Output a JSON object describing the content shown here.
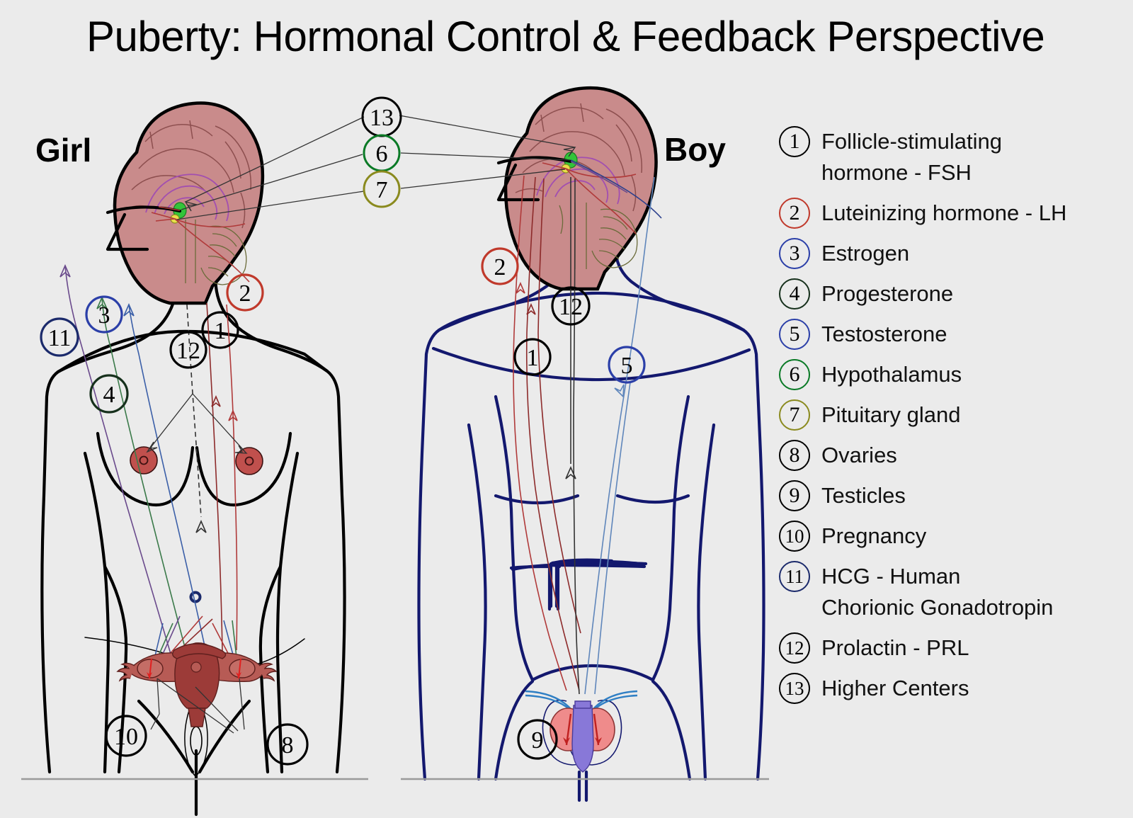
{
  "title": "Puberty: Hormonal Control & Feedback Perspective",
  "figures": {
    "girl_label": "Girl",
    "boy_label": "Boy"
  },
  "colors": {
    "background": "#ebebeb",
    "brain": "#c98b8b",
    "girl_outline": "#000000",
    "boy_outline": "#13186e",
    "hypothalamus": "#33c43a",
    "pituitary": "#e8e04a",
    "lh_red": "#c0392b",
    "estrogen_blue": "#2b3fa8",
    "testosterone_blue": "#2b3fa8",
    "hypothalamus_green": "#0a7a26",
    "pituitary_olive": "#8a8a1e",
    "hcg_navy": "#1b2a6b",
    "testis": "#ef8b8b",
    "penis": "#8878d8"
  },
  "legend": {
    "items": [
      {
        "num": "1",
        "label": "Follicle-stimulating hormone - FSH",
        "lines": [
          "Follicle-stimulating",
          "hormone - FSH"
        ],
        "color": "#000000"
      },
      {
        "num": "2",
        "label": "Luteinizing hormone - LH",
        "lines": [
          "Luteinizing hormone - LH"
        ],
        "color": "#c0392b"
      },
      {
        "num": "3",
        "label": "Estrogen",
        "lines": [
          "Estrogen"
        ],
        "color": "#2b3fa8"
      },
      {
        "num": "4",
        "label": "Progesterone",
        "lines": [
          "Progesterone"
        ],
        "color": "#16301c"
      },
      {
        "num": "5",
        "label": "Testosterone",
        "lines": [
          "Testosterone"
        ],
        "color": "#2b3fa8"
      },
      {
        "num": "6",
        "label": "Hypothalamus",
        "lines": [
          "Hypothalamus"
        ],
        "color": "#0a7a26"
      },
      {
        "num": "7",
        "label": "Pituitary gland",
        "lines": [
          "Pituitary gland"
        ],
        "color": "#8a8a1e"
      },
      {
        "num": "8",
        "label": "Ovaries",
        "lines": [
          "Ovaries"
        ],
        "color": "#000000"
      },
      {
        "num": "9",
        "label": "Testicles",
        "lines": [
          "Testicles"
        ],
        "color": "#000000"
      },
      {
        "num": "10",
        "label": "Pregnancy",
        "lines": [
          "Pregnancy"
        ],
        "color": "#000000"
      },
      {
        "num": "11",
        "label": "HCG - Human Chorionic Gonadotropin",
        "lines": [
          "HCG - Human",
          "Chorionic Gonadotropin"
        ],
        "color": "#1b2a6b"
      },
      {
        "num": "12",
        "label": "Prolactin - PRL",
        "lines": [
          "Prolactin - PRL"
        ],
        "color": "#000000"
      },
      {
        "num": "13",
        "label": "Higher Centers",
        "lines": [
          "Higher Centers"
        ],
        "color": "#000000"
      }
    ]
  },
  "center_callouts": [
    {
      "num": "13",
      "color": "#000000",
      "target": "higher-centers"
    },
    {
      "num": "6",
      "color": "#0a7a26",
      "target": "hypothalamus"
    },
    {
      "num": "7",
      "color": "#8a8a1e",
      "target": "pituitary-gland"
    }
  ],
  "girl_markers": [
    {
      "num": "11",
      "color": "#1b2a6b",
      "meaning": "HCG - Human Chorionic Gonadotropin"
    },
    {
      "num": "3",
      "color": "#2b3fa8",
      "meaning": "Estrogen"
    },
    {
      "num": "2",
      "color": "#c0392b",
      "meaning": "Luteinizing hormone - LH"
    },
    {
      "num": "1",
      "color": "#000000",
      "meaning": "Follicle-stimulating hormone - FSH"
    },
    {
      "num": "12",
      "color": "#000000",
      "meaning": "Prolactin - PRL"
    },
    {
      "num": "4",
      "color": "#16301c",
      "meaning": "Progesterone"
    },
    {
      "num": "10",
      "color": "#000000",
      "meaning": "Pregnancy"
    },
    {
      "num": "8",
      "color": "#000000",
      "meaning": "Ovaries"
    }
  ],
  "boy_markers": [
    {
      "num": "2",
      "color": "#c0392b",
      "meaning": "Luteinizing hormone - LH"
    },
    {
      "num": "12",
      "color": "#000000",
      "meaning": "Prolactin - PRL"
    },
    {
      "num": "1",
      "color": "#000000",
      "meaning": "Follicle-stimulating hormone - FSH"
    },
    {
      "num": "5",
      "color": "#2b3fa8",
      "meaning": "Testosterone"
    },
    {
      "num": "9",
      "color": "#000000",
      "meaning": "Testicles"
    }
  ]
}
